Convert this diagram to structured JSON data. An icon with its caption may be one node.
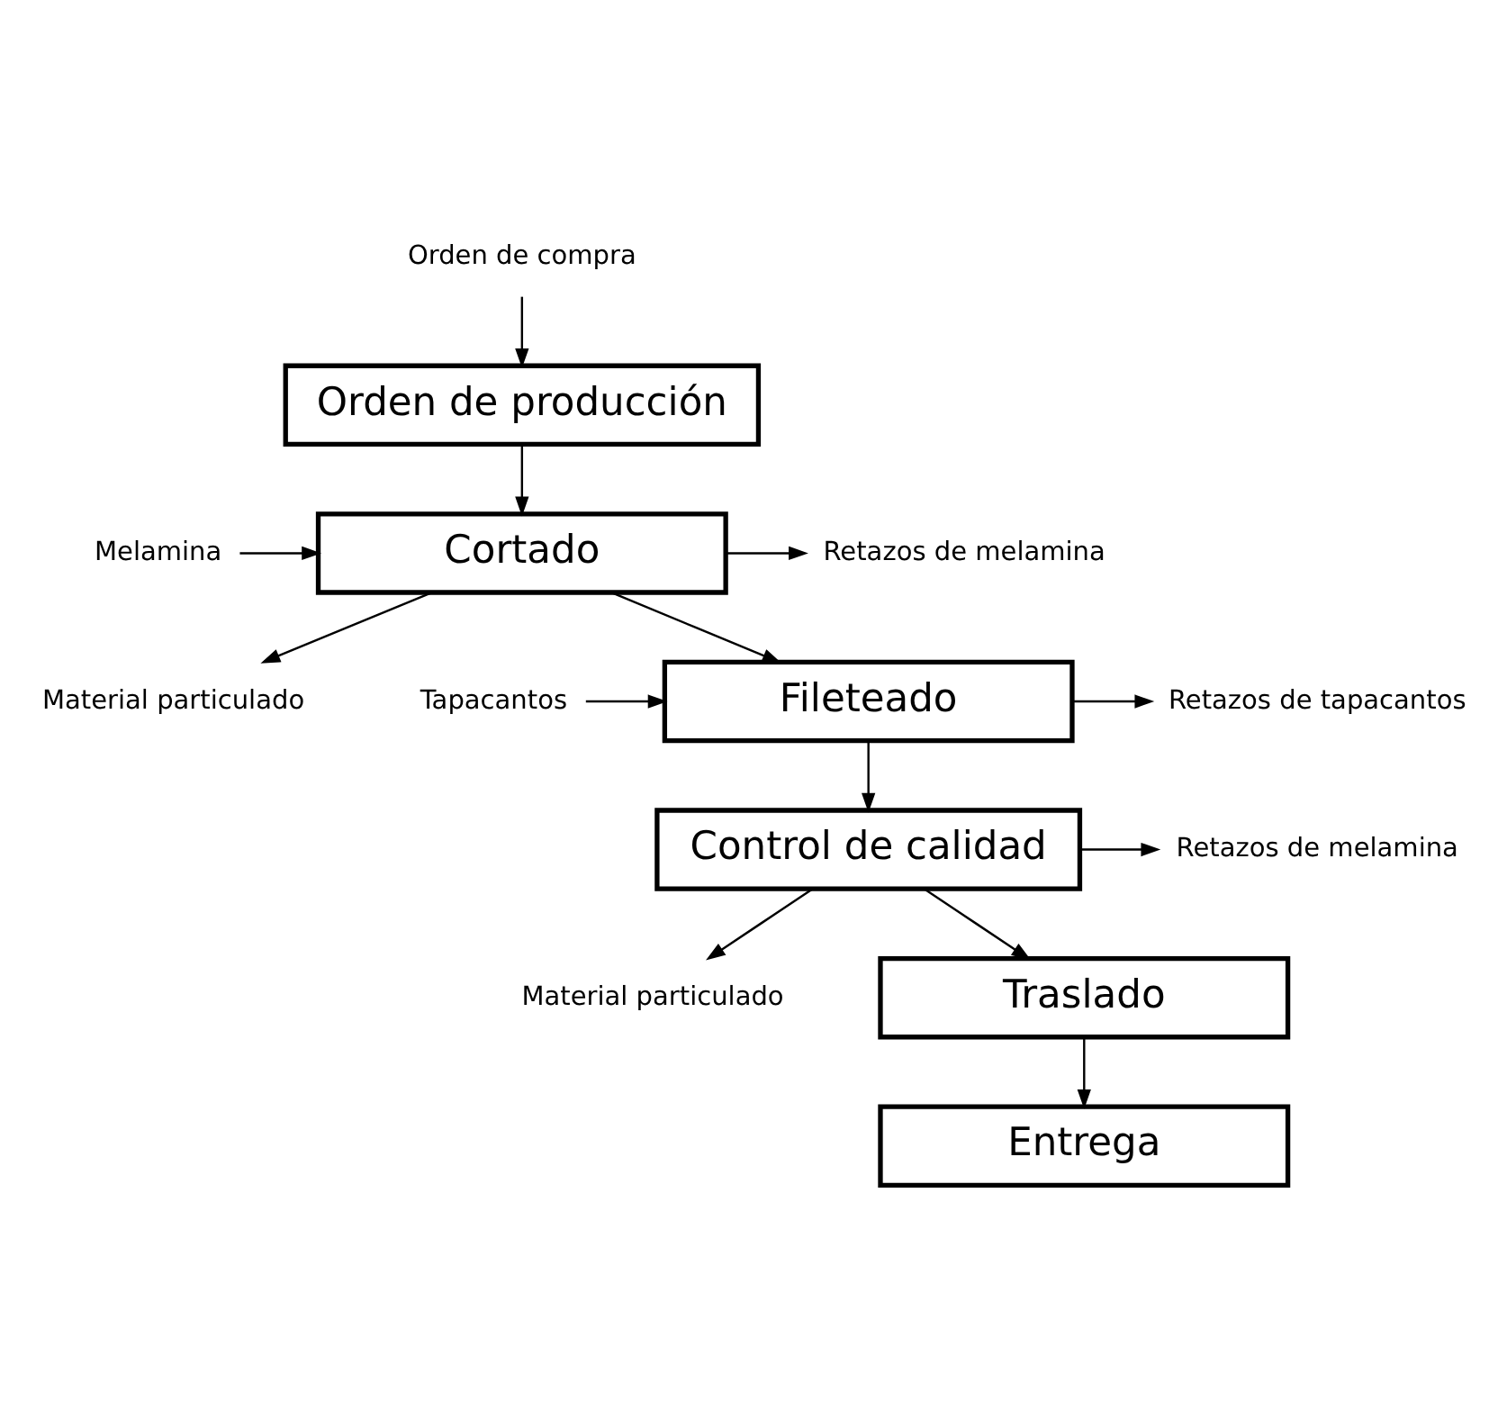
{
  "diagram": {
    "nodes": [
      {
        "text": [
          "Orden de compra"
        ]
      },
      {
        "text": [
          "Orden de producción"
        ]
      },
      {
        "text": [
          "Melamina"
        ]
      },
      {
        "text": [
          "Cortado"
        ]
      },
      {
        "text": [
          "Retazos de melamina"
        ]
      },
      {
        "text": [
          "Material particulado"
        ]
      },
      {
        "text": [
          "Tapacantos"
        ]
      },
      {
        "text": [
          "Fileteado"
        ]
      },
      {
        "text": [
          "Retazos de tapacantos"
        ]
      },
      {
        "text": [
          "Control de calidad"
        ]
      },
      {
        "text": [
          "Retazos de melamina"
        ]
      },
      {
        "text": [
          "Material particulado"
        ]
      },
      {
        "text": [
          "Traslado"
        ]
      },
      {
        "text": [
          "Entrega"
        ]
      }
    ],
    "edges": [
      {
        "from": 0,
        "to": 1,
        "arrow": "to"
      },
      {
        "from": 1,
        "to": 3,
        "arrow": "to"
      },
      {
        "from": 2,
        "to": 3,
        "arrow": "to"
      },
      {
        "from": 3,
        "to": 4,
        "arrow": "to"
      },
      {
        "from": 3,
        "to": 5,
        "arrow": "to"
      },
      {
        "from": 3,
        "to": 7,
        "arrow": "to"
      },
      {
        "from": 6,
        "to": 7,
        "arrow": "to"
      },
      {
        "from": 7,
        "to": 8,
        "arrow": "to"
      },
      {
        "from": 7,
        "to": 9,
        "arrow": "to"
      },
      {
        "from": 9,
        "to": 10,
        "arrow": "to"
      },
      {
        "from": 9,
        "to": 11,
        "arrow": "to"
      },
      {
        "from": 9,
        "to": 12,
        "arrow": "to"
      },
      {
        "from": 12,
        "to": 13,
        "arrow": "to"
      }
    ]
  }
}
